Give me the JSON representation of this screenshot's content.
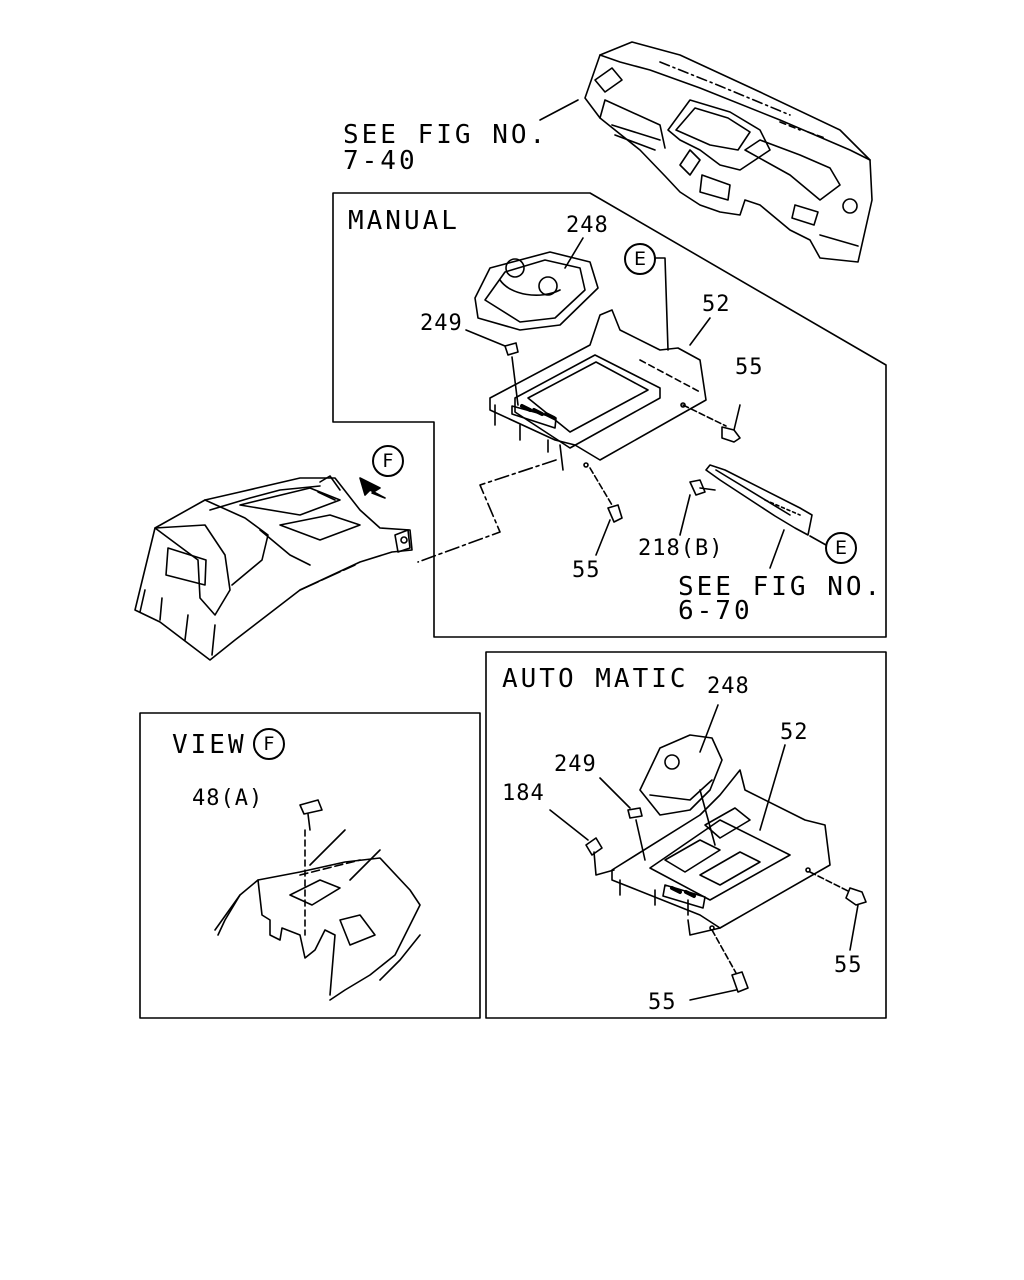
{
  "see_fig_top": {
    "line1": "SEE FIG NO.",
    "line2": "7-40"
  },
  "see_fig_bottom": {
    "line1": "SEE FIG NO.",
    "line2": "6-70"
  },
  "manual_box": {
    "title": "MANUAL",
    "labels": {
      "p248": "248",
      "p249": "249",
      "p52": "52",
      "p55a": "55",
      "p55b": "55",
      "p218": "218(B)"
    },
    "marker_e1": "E",
    "marker_e2": "E",
    "marker_f": "F"
  },
  "view_box": {
    "title": "VIEW",
    "marker_f": "F",
    "p48": "48(A)"
  },
  "auto_box": {
    "title": "AUTO MATIC",
    "labels": {
      "p248": "248",
      "p249": "249",
      "p52": "52",
      "p184": "184",
      "p55a": "55",
      "p55b": "55"
    }
  }
}
